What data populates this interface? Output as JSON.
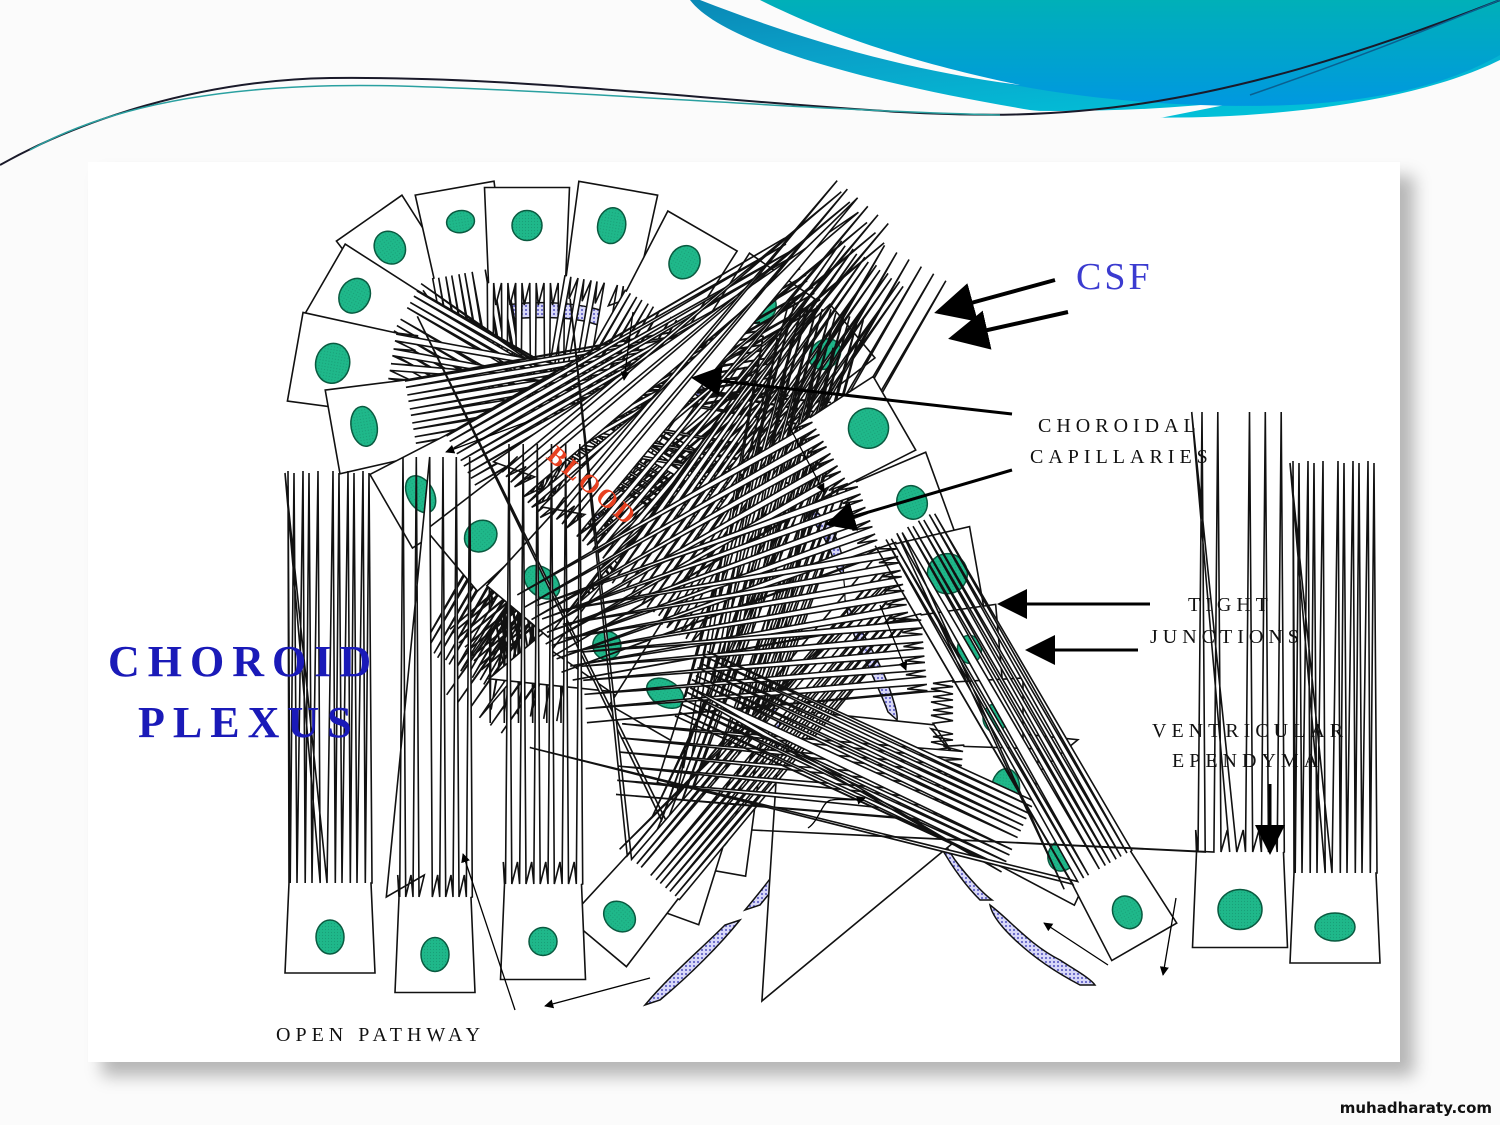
{
  "slide": {
    "title_line1": "CHOROID",
    "title_line2": "PLEXUS",
    "watermark": "muhadharaty.com"
  },
  "diagram": {
    "labels": {
      "csf": "CSF",
      "blood": "BLOOD",
      "choroidal_capillaries_line1": "CHOROIDAL",
      "choroidal_capillaries_line2": "CAPILLARIES",
      "tight_junctions_line1": "TIGHT",
      "tight_junctions_line2": "JUNCTIONS",
      "ventricular_ependyma_line1": "VENTRICULAR",
      "ventricular_ependyma_line2": "EPENDYMA",
      "open_pathway": "OPEN PATHWAY"
    },
    "colors": {
      "title": "#1a1ab8",
      "csf": "#3b3bd0",
      "blood": "#e84020",
      "nucleus": "#1fb88a",
      "capillary": "#b8b8f0",
      "banner_dark": "#0a7fb0",
      "banner_light": "#00c0d8"
    }
  }
}
